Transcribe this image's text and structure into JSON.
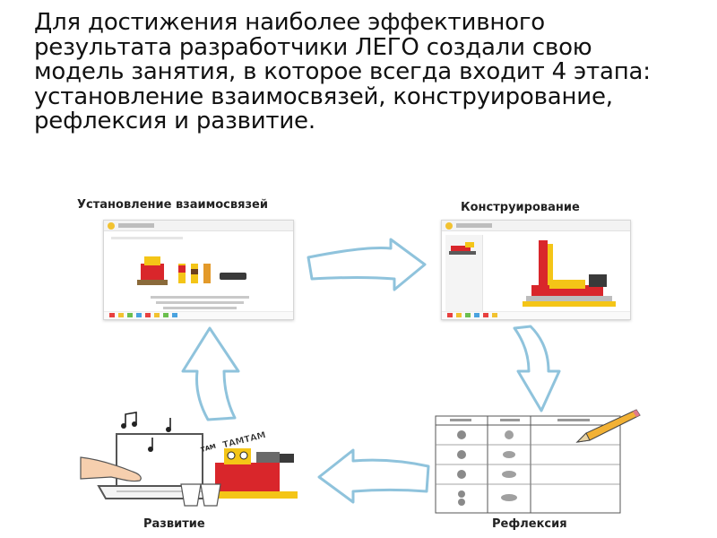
{
  "heading": {
    "text": "Для достижения наиболее эффективного результата разработчики ЛЕГО создали свою модель занятия, в которое всегда входит 4 этапа: установление взаимосвязей, конструирование, рефлексия и развитие."
  },
  "stages": {
    "connect": {
      "label": "Установление взаимосвязей"
    },
    "construct": {
      "label": "Конструирование"
    },
    "reflect": {
      "label": "Рефлексия"
    },
    "develop": {
      "label": "Развитие"
    }
  },
  "illustration": {
    "sound_text": "ТАМТАМ"
  },
  "colors": {
    "arrow_stroke": "#8fc3dc",
    "arrow_fill": "#ffffff",
    "lego_red": "#d9262b",
    "lego_yellow": "#f4c517",
    "pencil": "#f2b134"
  },
  "icons": [
    "cycle-arrow-right",
    "cycle-arrow-down",
    "cycle-arrow-left",
    "cycle-arrow-up",
    "pencil-icon",
    "music-note-icon",
    "laptop-icon",
    "hand-icon"
  ]
}
